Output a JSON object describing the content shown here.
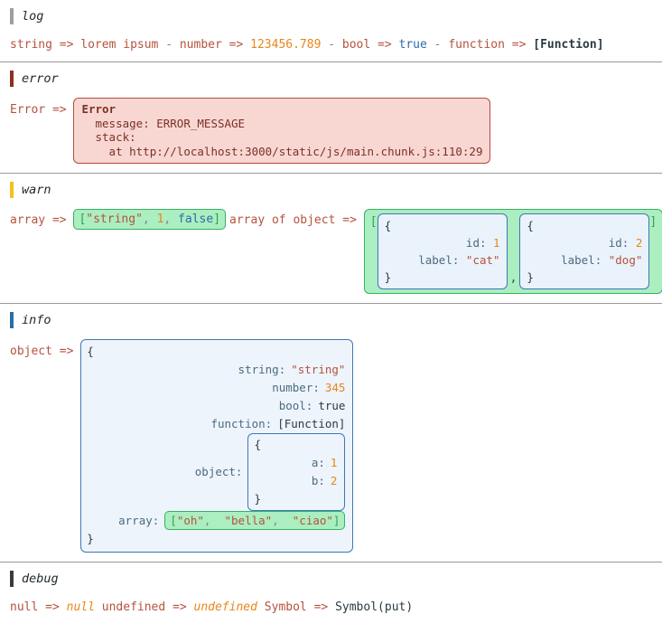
{
  "sections": {
    "log": {
      "label": "log",
      "bar_color": "#9e9e9e",
      "entries": {
        "string_label": "string =>",
        "string_value": "lorem ipsum",
        "dash": " - ",
        "number_label": "number =>",
        "number_value": "123456.789",
        "bool_label": "bool =>",
        "bool_value": "true",
        "function_label": "function =>",
        "function_value": "[Function]"
      }
    },
    "error": {
      "label": "error",
      "bar_color": "#8c2f23",
      "prefix": "Error =>",
      "box": {
        "title": "Error",
        "message_line": "  message: ERROR_MESSAGE",
        "stack_line": "  stack:",
        "stack_entry": "    at http://localhost:3000/static/js/main.chunk.js:110:29"
      }
    },
    "warn": {
      "label": "warn",
      "bar_color": "#f0c419",
      "array_label": "array =>",
      "array_open": "[",
      "array_close": "]",
      "array_items": [
        {
          "text": "\"string\"",
          "type": "string"
        },
        {
          "text": "1",
          "type": "number"
        },
        {
          "text": "false",
          "type": "bool"
        }
      ],
      "array_comma": ", ",
      "array_of_object_label": "array of object =>",
      "objects": [
        {
          "open": "{",
          "close": "}",
          "fields": [
            {
              "key": "id:",
              "value": "1",
              "type": "number"
            },
            {
              "key": "label:",
              "value": "\"cat\"",
              "type": "string"
            }
          ]
        },
        {
          "open": "{",
          "close": "}",
          "fields": [
            {
              "key": "id:",
              "value": "2",
              "type": "number"
            },
            {
              "key": "label:",
              "value": "\"dog\"",
              "type": "string"
            }
          ]
        }
      ],
      "object_separator": ","
    },
    "info": {
      "label": "info",
      "bar_color": "#2a6ea6",
      "prefix": "object =>",
      "open": "{",
      "close": "}",
      "fields": [
        {
          "key": "string:",
          "value": "\"string\"",
          "type": "string"
        },
        {
          "key": "number:",
          "value": "345",
          "type": "number"
        },
        {
          "key": "bool:",
          "value": "true",
          "type": "plain"
        },
        {
          "key": "function:",
          "value": "[Function]",
          "type": "plain"
        }
      ],
      "nested": {
        "key": "object:",
        "open": "{",
        "close": "}",
        "fields": [
          {
            "key": "a:",
            "value": "1",
            "type": "number"
          },
          {
            "key": "b:",
            "value": "2",
            "type": "number"
          }
        ]
      },
      "array": {
        "key": "array:",
        "open": "[",
        "close": "]",
        "items": [
          {
            "text": "\"oh\"",
            "type": "string"
          },
          {
            "text": "\"bella\"",
            "type": "string"
          },
          {
            "text": "\"ciao\"",
            "type": "string"
          }
        ],
        "comma": ",  "
      }
    },
    "debug": {
      "label": "debug",
      "bar_color": "#3b3b3b",
      "null_label": "null =>",
      "null_value": "null",
      "undefined_label": "undefined =>",
      "undefined_value": "undefined",
      "symbol_label": "Symbol =>",
      "symbol_value": "Symbol(put)"
    }
  },
  "colors": {
    "label": "#b5523c",
    "arrow": "#44555f",
    "string": "#b5523c",
    "number": "#e8861a",
    "bool": "#2a6ea6",
    "array_bg": "#abeec0",
    "array_border": "#3aaf68",
    "object_bg": "#eef4fb",
    "object_border": "#3d78b5",
    "error_bg": "#f8d7d3",
    "error_border": "#b54c3e"
  }
}
